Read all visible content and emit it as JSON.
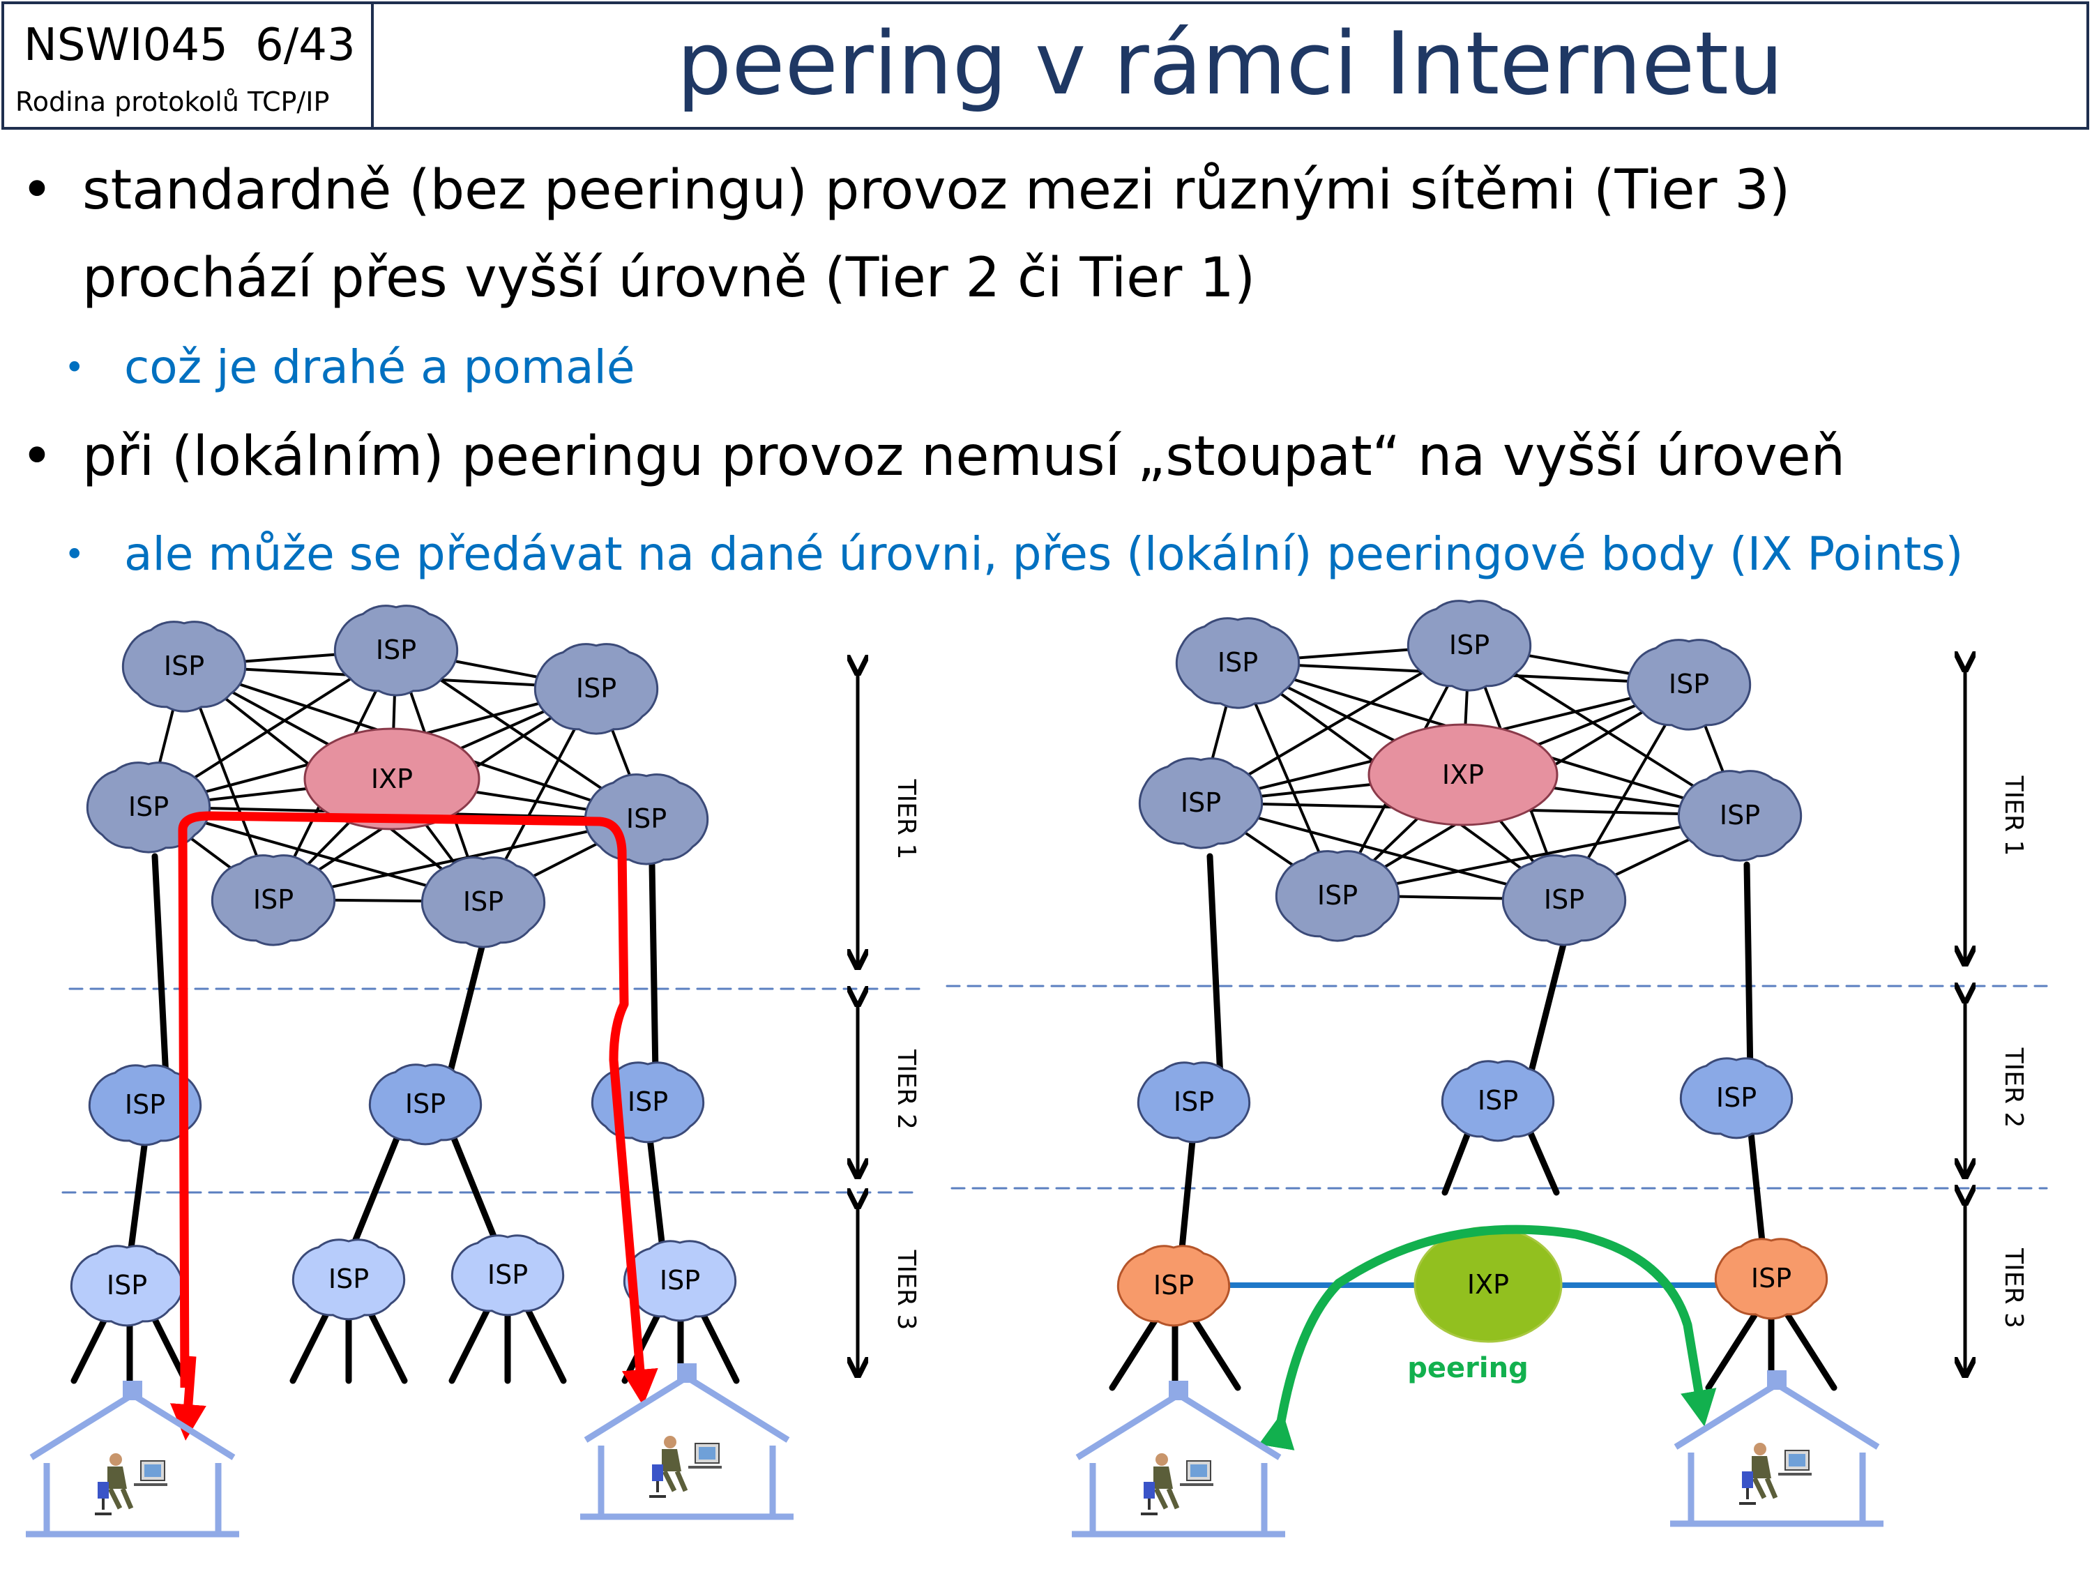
{
  "header": {
    "course_code": "NSWI045",
    "page": "6/43",
    "subtitle": "Rodina protokolů TCP/IP",
    "title": "peering v rámci Internetu"
  },
  "bullets": [
    {
      "level": 1,
      "lines": [
        "standardně (bez peeringu) provoz mezi různými sítěmi (Tier 3)",
        "prochází přes vyšší úrovně (Tier 2 či Tier 1)"
      ]
    },
    {
      "level": 2,
      "lines": [
        "což je drahé a pomalé"
      ]
    },
    {
      "level": 1,
      "lines": [
        "při (lokálním) peeringu provoz nemusí „stoupat“ na vyšší úroveň"
      ]
    },
    {
      "level": 2,
      "lines": [
        "ale může se předávat na dané úrovni, přes (lokální) peeringové body (IX Points)"
      ]
    }
  ],
  "labels": {
    "isp": "ISP",
    "ixp": "IXP",
    "tier1": "TIER 1",
    "tier2": "TIER 2",
    "tier3": "TIER 3",
    "peering": "peering"
  },
  "colors": {
    "tier1_cloud": "#8e9dc4",
    "tier2_cloud": "#8aa9e6",
    "tier3_cloud": "#b7ccfb",
    "orange_cloud": "#f79a6a",
    "ixp_pink": "#e6919f",
    "ixp_green": "#92c01f",
    "path_red": "#ff0000",
    "path_green": "#12b04e",
    "peer_line": "#1f78c8",
    "house": "#8fa9e6",
    "title": "#1f3864",
    "subbullet": "#0070c0"
  },
  "icons": [
    "isp-cloud-icon",
    "house-icon",
    "user-at-computer-icon",
    "double-arrow-icon"
  ]
}
